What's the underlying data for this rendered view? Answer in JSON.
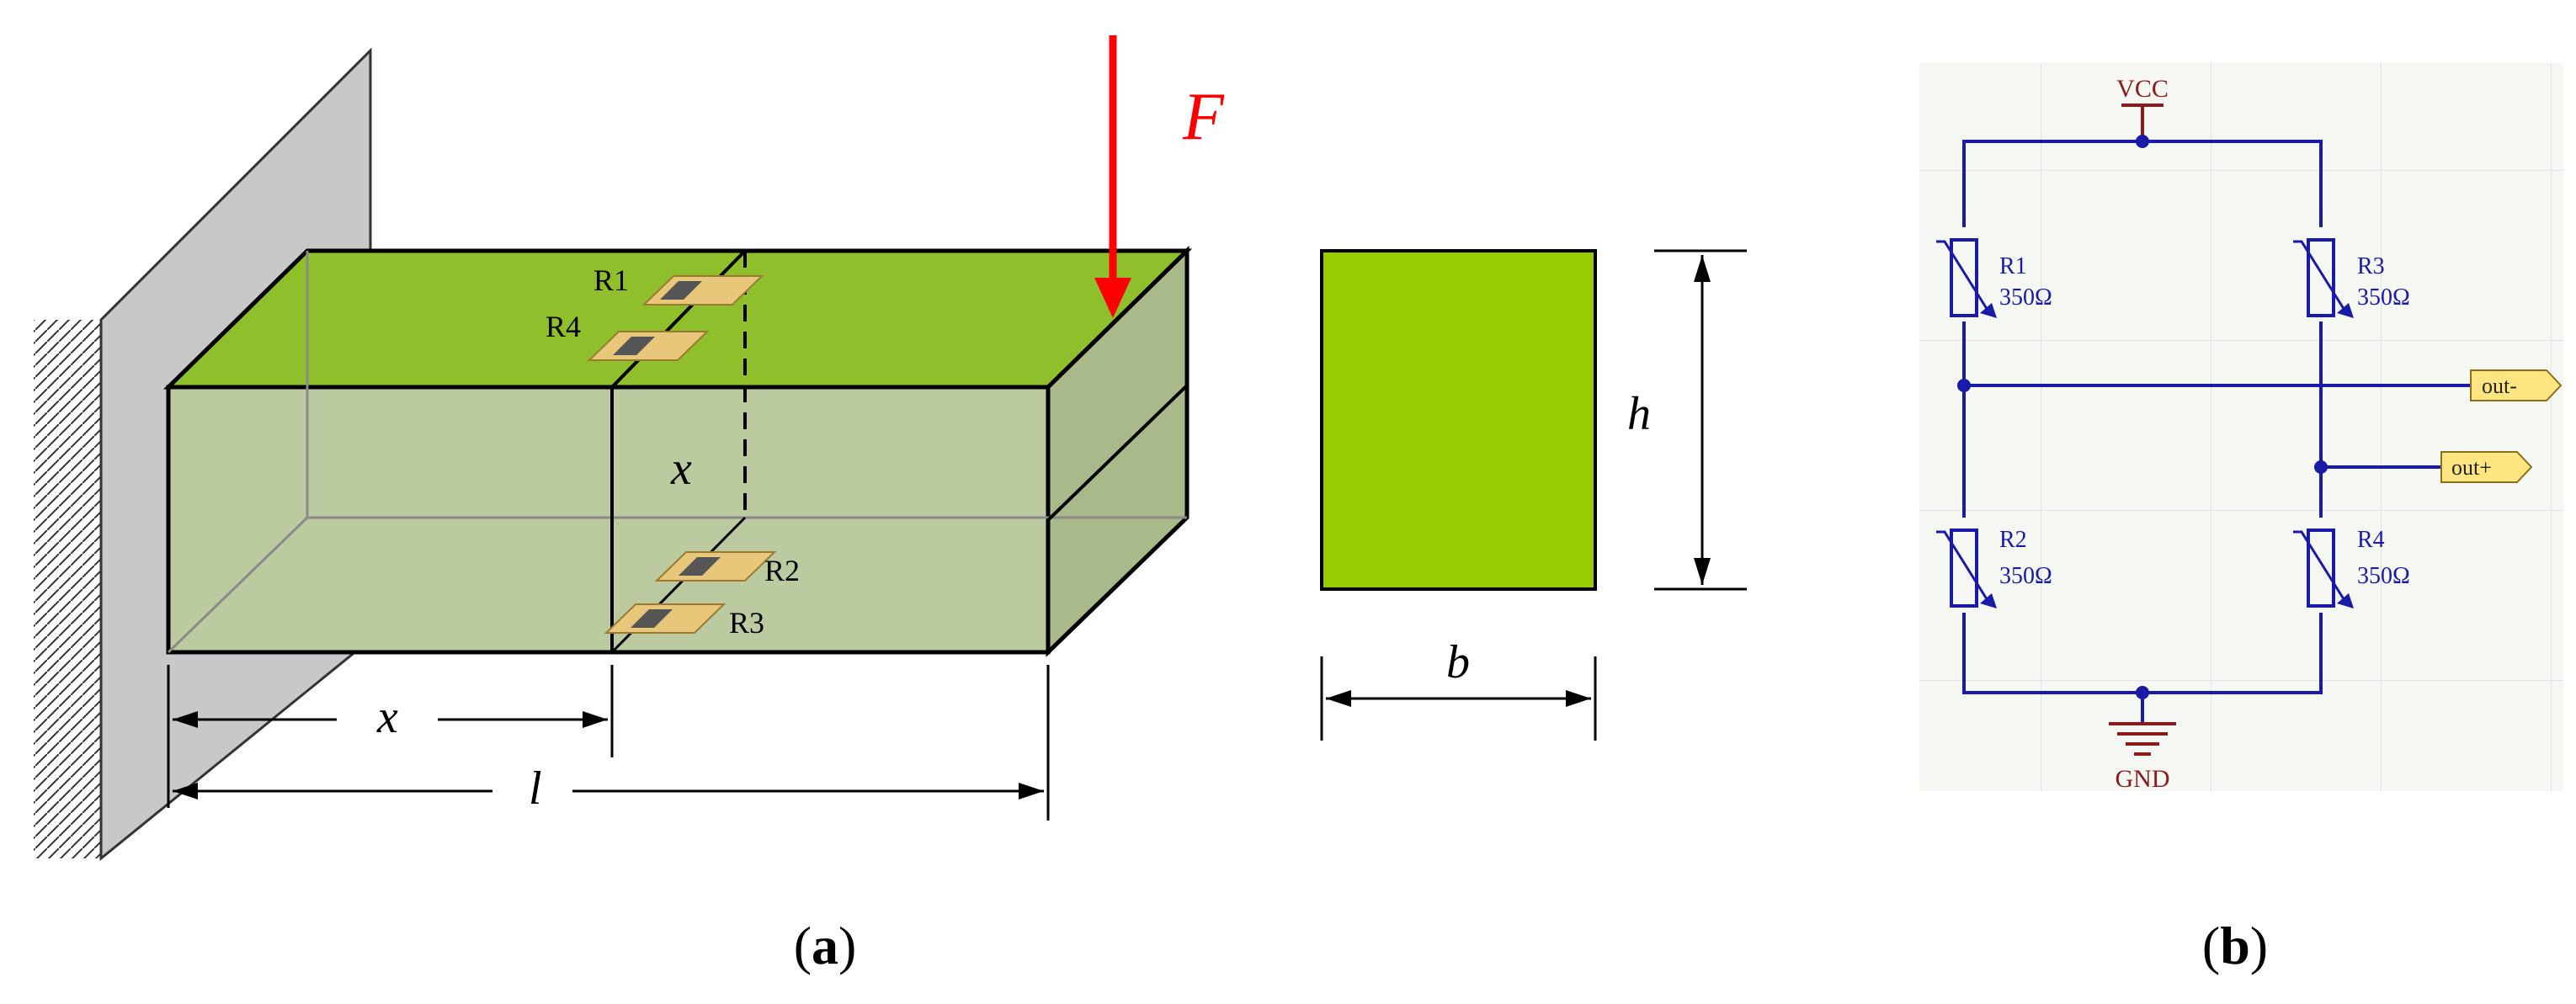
{
  "panel_a": {
    "caption_open": "(",
    "caption_letter": "a",
    "caption_close": ")",
    "force_label": "F",
    "gauge_labels": [
      "R1",
      "R4",
      "R2",
      "R3"
    ],
    "section_marker": "x",
    "dim_x": "x",
    "dim_l": "l",
    "dim_h": "h",
    "dim_b": "b"
  },
  "panel_b": {
    "caption_open": "(",
    "caption_letter": "b",
    "caption_close": ")",
    "vcc": "VCC",
    "gnd": "GND",
    "resistors": [
      {
        "name": "R1",
        "value": "350Ω"
      },
      {
        "name": "R3",
        "value": "350Ω"
      },
      {
        "name": "R2",
        "value": "350Ω"
      },
      {
        "name": "R4",
        "value": "350Ω"
      }
    ],
    "port_out_minus": "out-",
    "port_out_plus": "out+"
  },
  "colors": {
    "beam_top": "#8fbf2a",
    "beam_body": "#bccaa0",
    "section_fill": "#99cc00",
    "force_arrow": "#ff0000",
    "wire": "#1a1aa8",
    "power_text": "#8b1a1a",
    "port_fill": "#ffe680",
    "gauge_tab": "#e9c77a"
  }
}
